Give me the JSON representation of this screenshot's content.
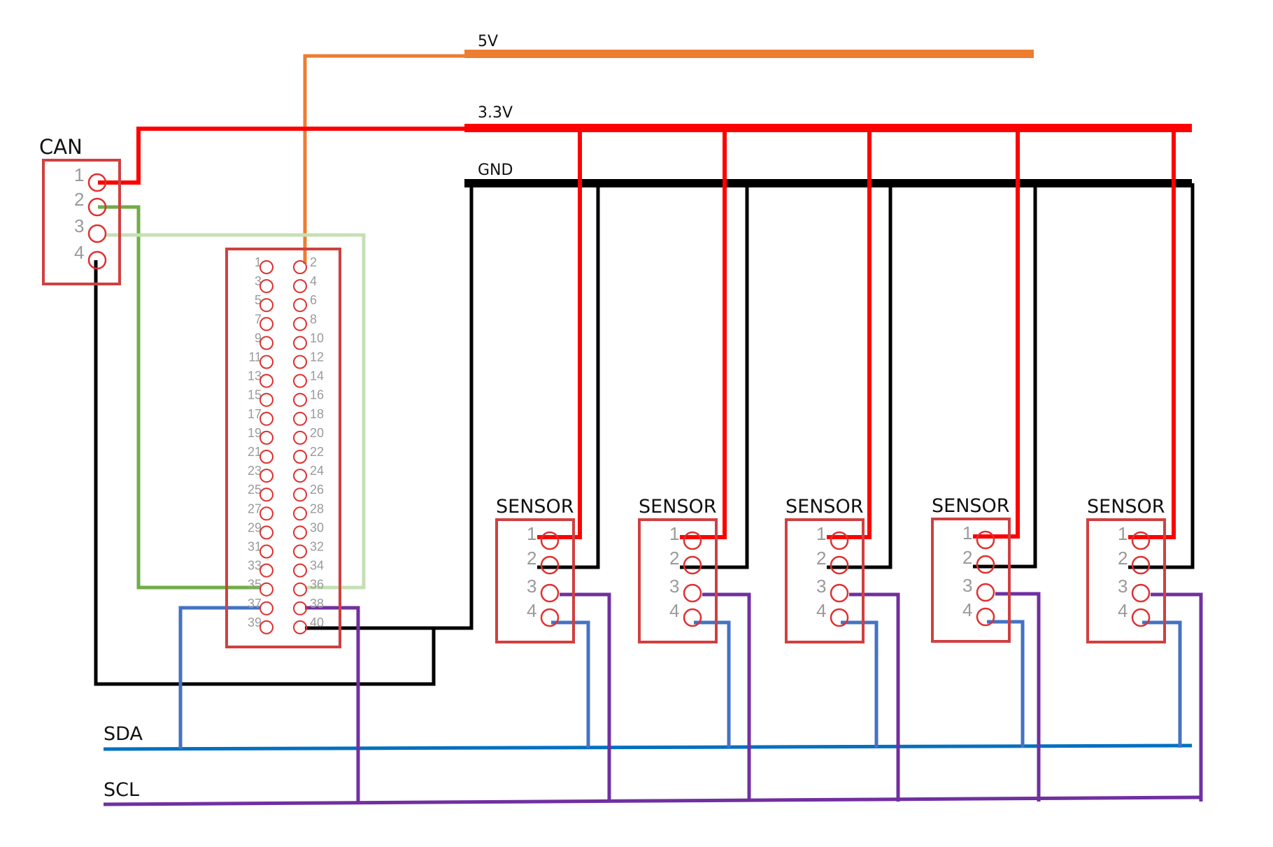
{
  "labels": {
    "can": "CAN",
    "v5": "5V",
    "v33": "3.3V",
    "gnd": "GND",
    "sda": "SDA",
    "scl": "SCL",
    "sensor": "SENSOR"
  },
  "can_pins": [
    "1",
    "2",
    "3",
    "4"
  ],
  "sensor_pins": [
    "1",
    "2",
    "3",
    "4"
  ],
  "header_pins_odd": [
    "1",
    "3",
    "5",
    "7",
    "9",
    "11",
    "13",
    "15",
    "17",
    "19",
    "21",
    "23",
    "25",
    "27",
    "29",
    "31",
    "33",
    "35",
    "37",
    "39"
  ],
  "header_pins_even": [
    "2",
    "4",
    "6",
    "8",
    "10",
    "12",
    "14",
    "16",
    "18",
    "20",
    "22",
    "24",
    "26",
    "28",
    "30",
    "32",
    "34",
    "36",
    "38",
    "40"
  ],
  "sensors": [
    {
      "label": "SENSOR"
    },
    {
      "label": "SENSOR"
    },
    {
      "label": "SENSOR"
    },
    {
      "label": "SENSOR"
    },
    {
      "label": "SENSOR"
    }
  ],
  "colors": {
    "v5": "#ed7d31",
    "v33": "#ff0000",
    "gnd": "#000000",
    "can_h": "#70ad47",
    "can_l": "#c5e0b4",
    "sda": "#0070c0",
    "sda_tap": "#4472c4",
    "scl": "#7030a0",
    "box": "#d04040",
    "pin": "#e03030"
  }
}
